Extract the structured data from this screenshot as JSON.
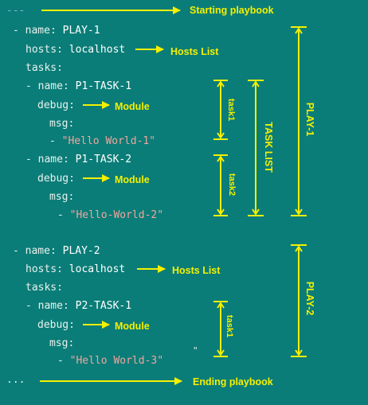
{
  "yaml": {
    "start_marker": "---",
    "end_marker": "...",
    "play1": {
      "name_key": "- name:",
      "name_val": "PLAY-1",
      "hosts_key": "hosts:",
      "hosts_val": "localhost",
      "tasks_key": "tasks:",
      "task1": {
        "name_key": "- name:",
        "name_val": "P1-TASK-1",
        "debug_key": "debug:",
        "msg_key": "msg:",
        "msg_dash": "-",
        "msg_val": "\"Hello World-1\""
      },
      "task2": {
        "name_key": "- name:",
        "name_val": "P1-TASK-2",
        "debug_key": "debug:",
        "msg_key": "msg:",
        "msg_dash": "-",
        "msg_val": "\"Hello-World-2\""
      }
    },
    "play2": {
      "name_key": "- name:",
      "name_val": "PLAY-2",
      "hosts_key": "hosts:",
      "hosts_val": "localhost",
      "tasks_key": "tasks:",
      "task1": {
        "name_key": "- name:",
        "name_val": "P2-TASK-1",
        "debug_key": "debug:",
        "msg_key": "msg:",
        "msg_dash": "-",
        "msg_val": "\"Hello World-3\""
      }
    },
    "stray_mark": "\""
  },
  "annotations": {
    "starting": "Starting playbook",
    "ending": "Ending playbook",
    "hosts_list": "Hosts List",
    "module": "Module",
    "task1": "task1",
    "task2": "task2",
    "task_list": "TASK LIST",
    "play1": "PLAY-1",
    "play2": "PLAY-2"
  },
  "colors": {
    "background": "#0b7d78",
    "annotation": "#f4f000",
    "string": "#f1a59e",
    "text": "#e9f1ee",
    "marker": "#7fb3e0"
  }
}
